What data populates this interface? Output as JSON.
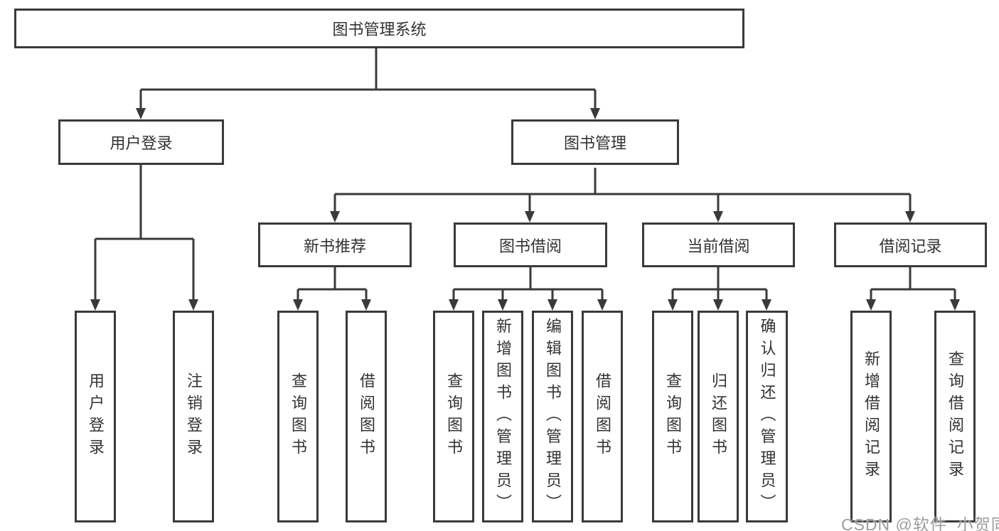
{
  "tree": {
    "root": "图书管理系统",
    "branches": [
      {
        "label": "用户登录",
        "leaves": [
          "用户登录",
          "注销登录"
        ]
      },
      {
        "label": "图书管理",
        "groups": [
          {
            "label": "新书推荐",
            "leaves": [
              "查询图书",
              "借阅图书"
            ]
          },
          {
            "label": "图书借阅",
            "leaves": [
              "查询图书",
              "新增图书（管理员）",
              "编辑图书（管理员）",
              "借阅图书"
            ]
          },
          {
            "label": "当前借阅",
            "leaves": [
              "查询图书",
              "归还图书",
              "确认归还（管理员）"
            ]
          },
          {
            "label": "借阅记录",
            "leaves": [
              "新增借阅记录",
              "查询借阅记录"
            ]
          }
        ]
      }
    ]
  },
  "watermark": "CSDN @软件_小贺同学",
  "colors": {
    "line": "#3a3a3a",
    "text": "#333333",
    "watermark": "#9c9c9c",
    "background": "#ffffff"
  }
}
